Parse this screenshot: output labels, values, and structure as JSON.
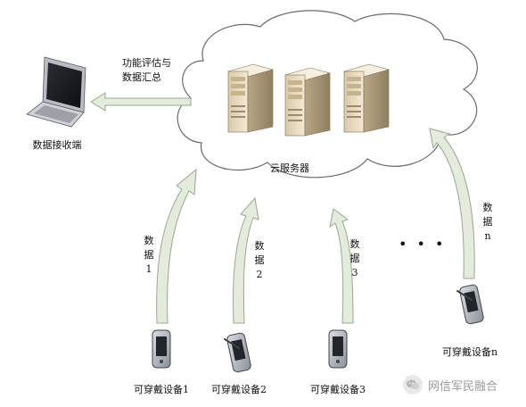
{
  "labels": {
    "cloud_server": "云服务器",
    "receiver": "数据接收端",
    "flow_to_receiver": [
      "功能评估与",
      "数据汇总"
    ],
    "ellipsis": "• • •",
    "watermark": "网信军民融合"
  },
  "devices": [
    {
      "id": "1",
      "label": "可穿戴设备1",
      "data_label": [
        "数",
        "据",
        "1"
      ]
    },
    {
      "id": "2",
      "label": "可穿戴设备2",
      "data_label": [
        "数",
        "据",
        "2"
      ]
    },
    {
      "id": "3",
      "label": "可穿戴设备3",
      "data_label": [
        "数",
        "据",
        "3"
      ]
    },
    {
      "id": "n",
      "label": "可穿戴设备n",
      "data_label": [
        "数",
        "据",
        "n"
      ]
    }
  ],
  "colors": {
    "arrow_fill": "#e4ebdc",
    "arrow_stroke": "#9aa88f",
    "cloud_stroke": "#6a6a6a",
    "server_body": "#e9dcc1"
  }
}
